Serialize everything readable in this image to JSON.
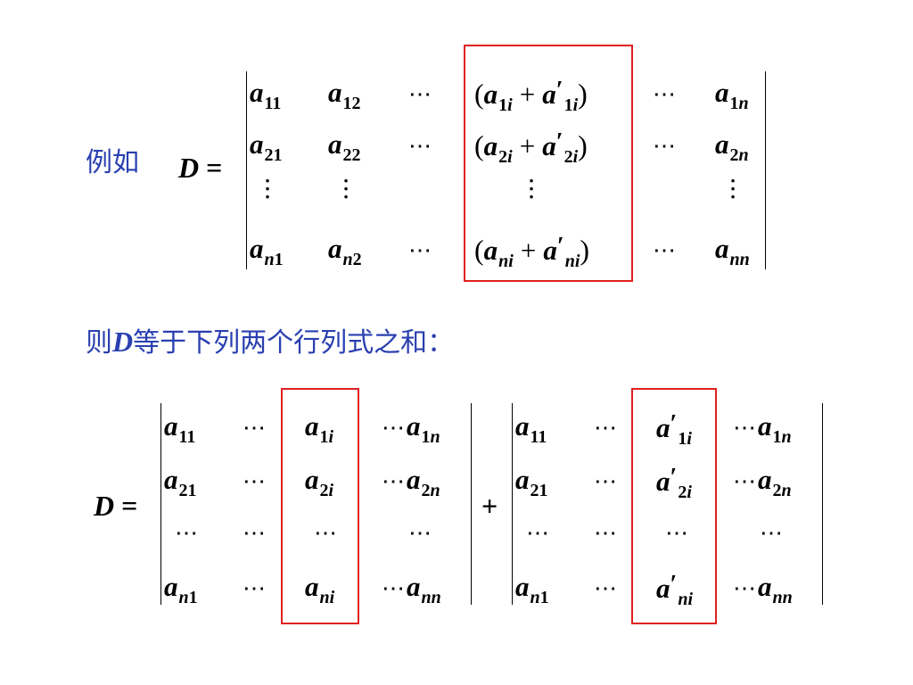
{
  "intro": {
    "example_label": "例如"
  },
  "eq1": {
    "lhs": "D",
    "eq": "=",
    "rows": [
      [
        {
          "kind": "elem",
          "b": "a",
          "s": "1",
          "t": "1"
        },
        {
          "kind": "elem",
          "b": "a",
          "s": "1",
          "t": "2"
        },
        {
          "kind": "dots",
          "text": "⋯"
        },
        {
          "kind": "sum",
          "r": "1",
          "c": "i"
        },
        {
          "kind": "dots",
          "text": "⋯"
        },
        {
          "kind": "elem",
          "b": "a",
          "s": "1",
          "t": "n"
        }
      ],
      [
        {
          "kind": "elem",
          "b": "a",
          "s": "2",
          "t": "1"
        },
        {
          "kind": "elem",
          "b": "a",
          "s": "2",
          "t": "2"
        },
        {
          "kind": "dots",
          "text": "⋯"
        },
        {
          "kind": "sum",
          "r": "2",
          "c": "i"
        },
        {
          "kind": "dots",
          "text": "⋯"
        },
        {
          "kind": "elem",
          "b": "a",
          "s": "2",
          "t": "n"
        }
      ],
      [
        {
          "kind": "vdots"
        },
        {
          "kind": "vdots"
        },
        {
          "kind": "empty"
        },
        {
          "kind": "vdots"
        },
        {
          "kind": "empty"
        },
        {
          "kind": "vdots"
        }
      ],
      [
        {
          "kind": "elem",
          "b": "a",
          "s": "n",
          "t": "1"
        },
        {
          "kind": "elem",
          "b": "a",
          "s": "n",
          "t": "2"
        },
        {
          "kind": "dots",
          "text": "⋯"
        },
        {
          "kind": "sum",
          "r": "n",
          "c": "i"
        },
        {
          "kind": "dots",
          "text": "⋯"
        },
        {
          "kind": "elem",
          "b": "a",
          "s": "n",
          "t": "n"
        }
      ]
    ]
  },
  "statement": {
    "before": "则",
    "var": "D",
    "after": "等于下列两个行列式之和："
  },
  "eq2": {
    "lhs": "D",
    "eq": "=",
    "plus": "+",
    "left_rows": [
      [
        {
          "kind": "elem",
          "s": "1",
          "t": "1"
        },
        {
          "kind": "dots"
        },
        {
          "kind": "elem",
          "s": "1",
          "t": "i"
        },
        {
          "kind": "dotselem",
          "s": "1",
          "t": "n"
        }
      ],
      [
        {
          "kind": "elem",
          "s": "2",
          "t": "1"
        },
        {
          "kind": "dots"
        },
        {
          "kind": "elem",
          "s": "2",
          "t": "i"
        },
        {
          "kind": "dotselem",
          "s": "2",
          "t": "n"
        }
      ],
      [
        {
          "kind": "dots"
        },
        {
          "kind": "dots"
        },
        {
          "kind": "dots"
        },
        {
          "kind": "dots"
        }
      ],
      [
        {
          "kind": "elem",
          "s": "n",
          "t": "1"
        },
        {
          "kind": "dots"
        },
        {
          "kind": "elem",
          "s": "n",
          "t": "i"
        },
        {
          "kind": "dotselem",
          "s": "n",
          "t": "n"
        }
      ]
    ],
    "right_rows": [
      [
        {
          "kind": "elem",
          "s": "1",
          "t": "1"
        },
        {
          "kind": "dots"
        },
        {
          "kind": "prime",
          "s": "1",
          "t": "i"
        },
        {
          "kind": "dotselem",
          "s": "1",
          "t": "n"
        }
      ],
      [
        {
          "kind": "elem",
          "s": "2",
          "t": "1"
        },
        {
          "kind": "dots"
        },
        {
          "kind": "prime",
          "s": "2",
          "t": "i"
        },
        {
          "kind": "dotselem",
          "s": "2",
          "t": "n"
        }
      ],
      [
        {
          "kind": "dots"
        },
        {
          "kind": "dots"
        },
        {
          "kind": "dots"
        },
        {
          "kind": "dots"
        }
      ],
      [
        {
          "kind": "elem",
          "s": "n",
          "t": "1"
        },
        {
          "kind": "dots"
        },
        {
          "kind": "prime",
          "s": "n",
          "t": "i"
        },
        {
          "kind": "dotselem",
          "s": "n",
          "t": "n"
        }
      ]
    ]
  },
  "symbols": {
    "base": "a",
    "hdots": "⋯",
    "prime": "′",
    "lparen": "(",
    "rparen": ")",
    "plus": "+"
  },
  "colors": {
    "text_blue": "#2a3fb0",
    "highlight_red": "#e02020"
  }
}
